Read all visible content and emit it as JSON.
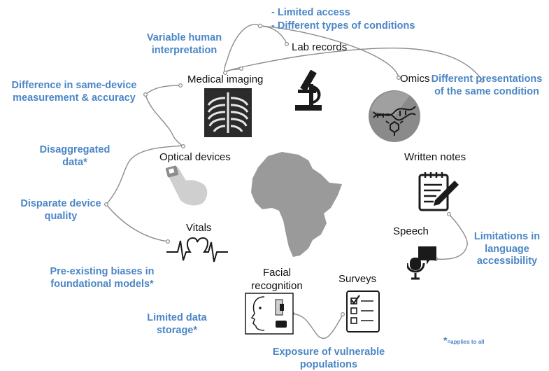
{
  "data_types": {
    "medical_imaging": "Medical imaging",
    "lab_records": "Lab records",
    "omics": "Omics",
    "optical_devices": "Optical devices",
    "written_notes": "Written notes",
    "vitals": "Vitals",
    "speech": "Speech",
    "facial_recognition": "Facial recognition",
    "surveys": "Surveys"
  },
  "biases": {
    "limited_access": "- Limited access",
    "different_conditions": "- Different types of conditions",
    "variable_human": "Variable human interpretation",
    "difference_same_device": "Difference in same-device measurement & accuracy",
    "different_presentations": "Different presentations of the same condition",
    "disaggregated": "Disaggregated data*",
    "disparate_quality": "Disparate device quality",
    "preexisting": "Pre-existing biases in foundational models*",
    "limited_storage": "Limited data storage*",
    "language_access": "Limitations in language accessibility",
    "vulnerable": "Exposure of vulnerable populations"
  },
  "footnote": {
    "star": "*",
    "text": "=applies to all"
  },
  "colors": {
    "bias_text": "#4a86c5",
    "connector": "#8c8c8c",
    "africa": "#9a9a9a",
    "omics_circle": "#8a8a8a"
  },
  "icons": [
    "xray-icon",
    "microscope-icon",
    "dna-icon",
    "africa-map-icon",
    "finger-device-icon",
    "notes-icon",
    "heartbeat-icon",
    "speech-icon",
    "face-scan-icon",
    "survey-checklist-icon"
  ]
}
